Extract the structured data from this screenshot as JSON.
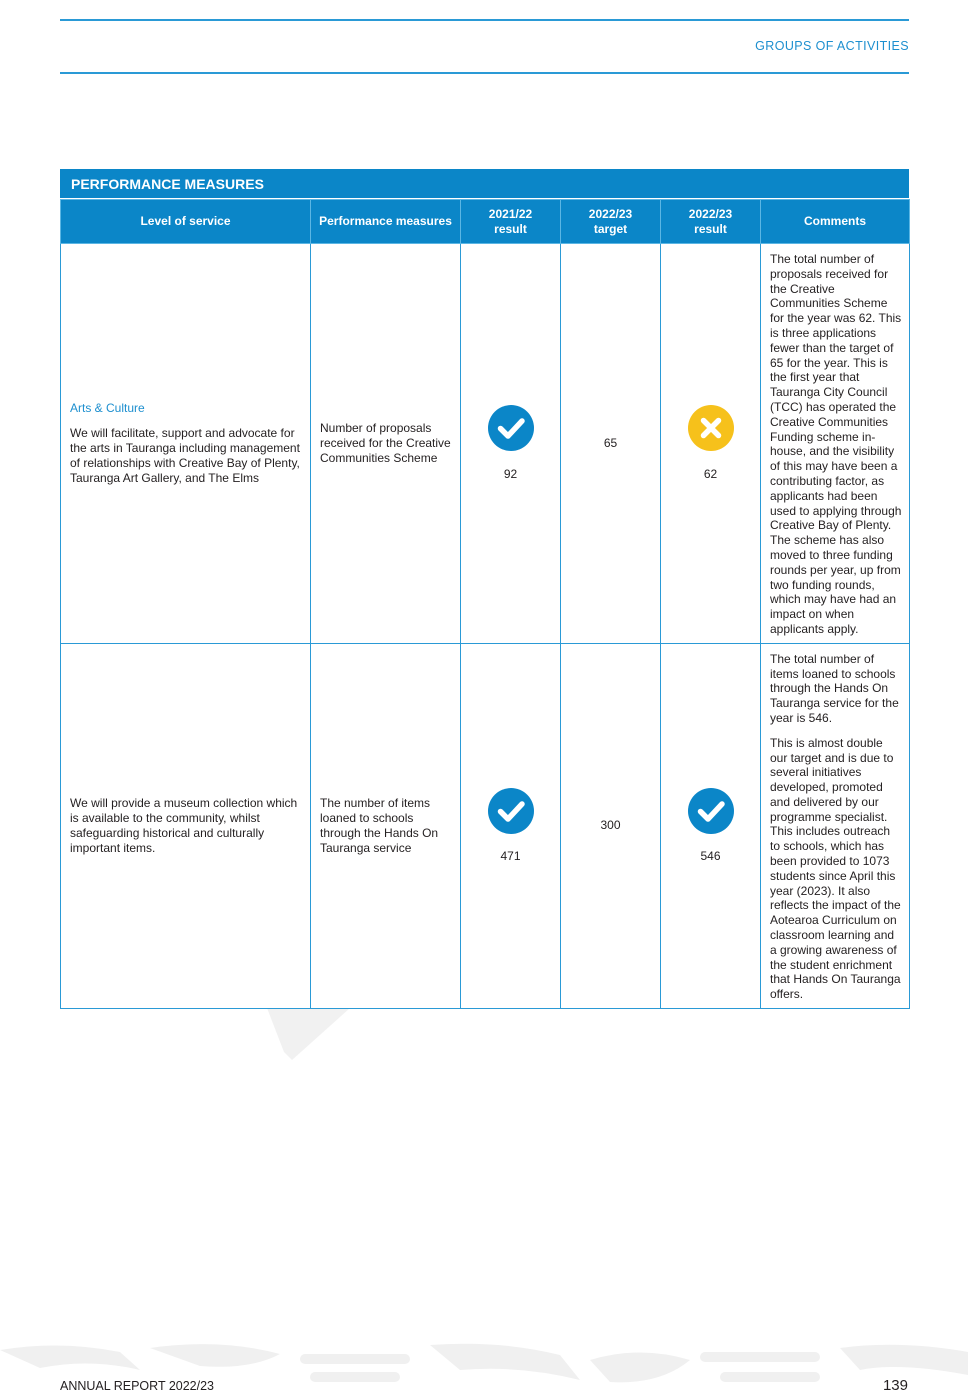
{
  "header": {
    "section": "GROUPS OF ACTIVITIES"
  },
  "table": {
    "title": "PERFORMANCE MEASURES",
    "columns": {
      "level": "Level of service",
      "measure": "Performance measures",
      "prev_result_l1": "2021/22",
      "prev_result_l2": "result",
      "target_l1": "2022/23",
      "target_l2": "target",
      "result_l1": "2022/23",
      "result_l2": "result",
      "comments": "Comments"
    },
    "rows": [
      {
        "service_heading": "Arts & Culture",
        "service": "We will facilitate, support and advocate for the arts in Tauranga including management of relationships with Creative Bay of Plenty, Tauranga Art Gallery, and The Elms",
        "measure": "Number of proposals received for the Creative Communities Scheme",
        "prev_result": "92",
        "prev_status": "achieved",
        "target": "65",
        "result": "62",
        "result_status": "not-achieved",
        "comments": [
          "The total number of proposals received for the Creative Communities Scheme for the year was 62. This is three applications fewer than the target of 65 for the year. This is the first year that Tauranga City Council (TCC) has operated the Creative Communities Funding scheme in-house, and the visibility of this may have been a contributing factor, as applicants had been used to applying through Creative Bay of Plenty. The scheme has also moved to three funding rounds per year, up from two funding rounds, which may have had an impact on when applicants apply."
        ]
      },
      {
        "service_heading": "",
        "service": "We will provide a museum collection which is available to the community, whilst safeguarding historical and culturally important items.",
        "measure": "The number of items loaned to schools through the Hands On Tauranga service",
        "prev_result": "471",
        "prev_status": "achieved",
        "target": "300",
        "result": "546",
        "result_status": "achieved",
        "comments": [
          "The total number of items loaned to schools through the Hands On Tauranga service for the year is 546.",
          "This is almost double our target and is due to several initiatives developed, promoted and delivered by our programme specialist. This includes outreach to schools, which has been provided to 1073 students since April this year (2023). It also reflects the impact of the Aotearoa Curriculum on classroom learning and a growing awareness of the student enrichment that Hands On Tauranga offers."
        ]
      }
    ]
  },
  "footer": {
    "title": "ANNUAL REPORT 2022/23",
    "page": "139"
  },
  "colors": {
    "accent": "#0b86c8",
    "achieved": "#0b86c8",
    "not_achieved": "#f6c11b"
  }
}
